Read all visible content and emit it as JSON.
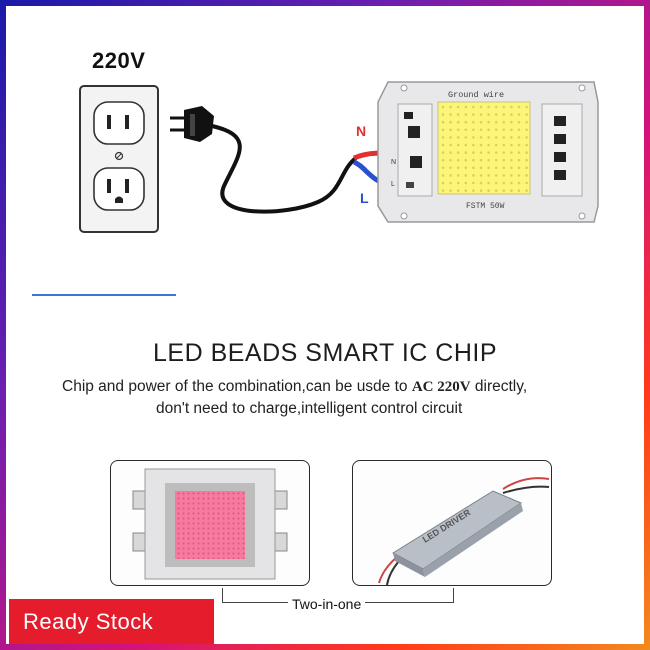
{
  "wiring": {
    "voltage": "220V",
    "ground_wire_label": "Ground wire",
    "neutral_label": "N",
    "live_label": "L",
    "chip_model": "FSTM 50W"
  },
  "headline": "LED BEADS SMART IC CHIP",
  "description": {
    "line1_before": "Chip and power of the combination,can be usde to ",
    "line1_highlight": "AC 220V",
    "line1_after": " directly,",
    "line2": "don't need to charge,intelligent control circuit"
  },
  "comparison": {
    "driver_label": "LED DRIVER",
    "caption": "Two-in-one"
  },
  "badge": {
    "text": "Ready  Stock"
  },
  "colors": {
    "led_yellow": "#fbf67a",
    "led_pink": "#f77aa0",
    "badge_red": "#e41c2c",
    "neutral_red": "#e03030",
    "live_blue": "#2a4fd0"
  }
}
